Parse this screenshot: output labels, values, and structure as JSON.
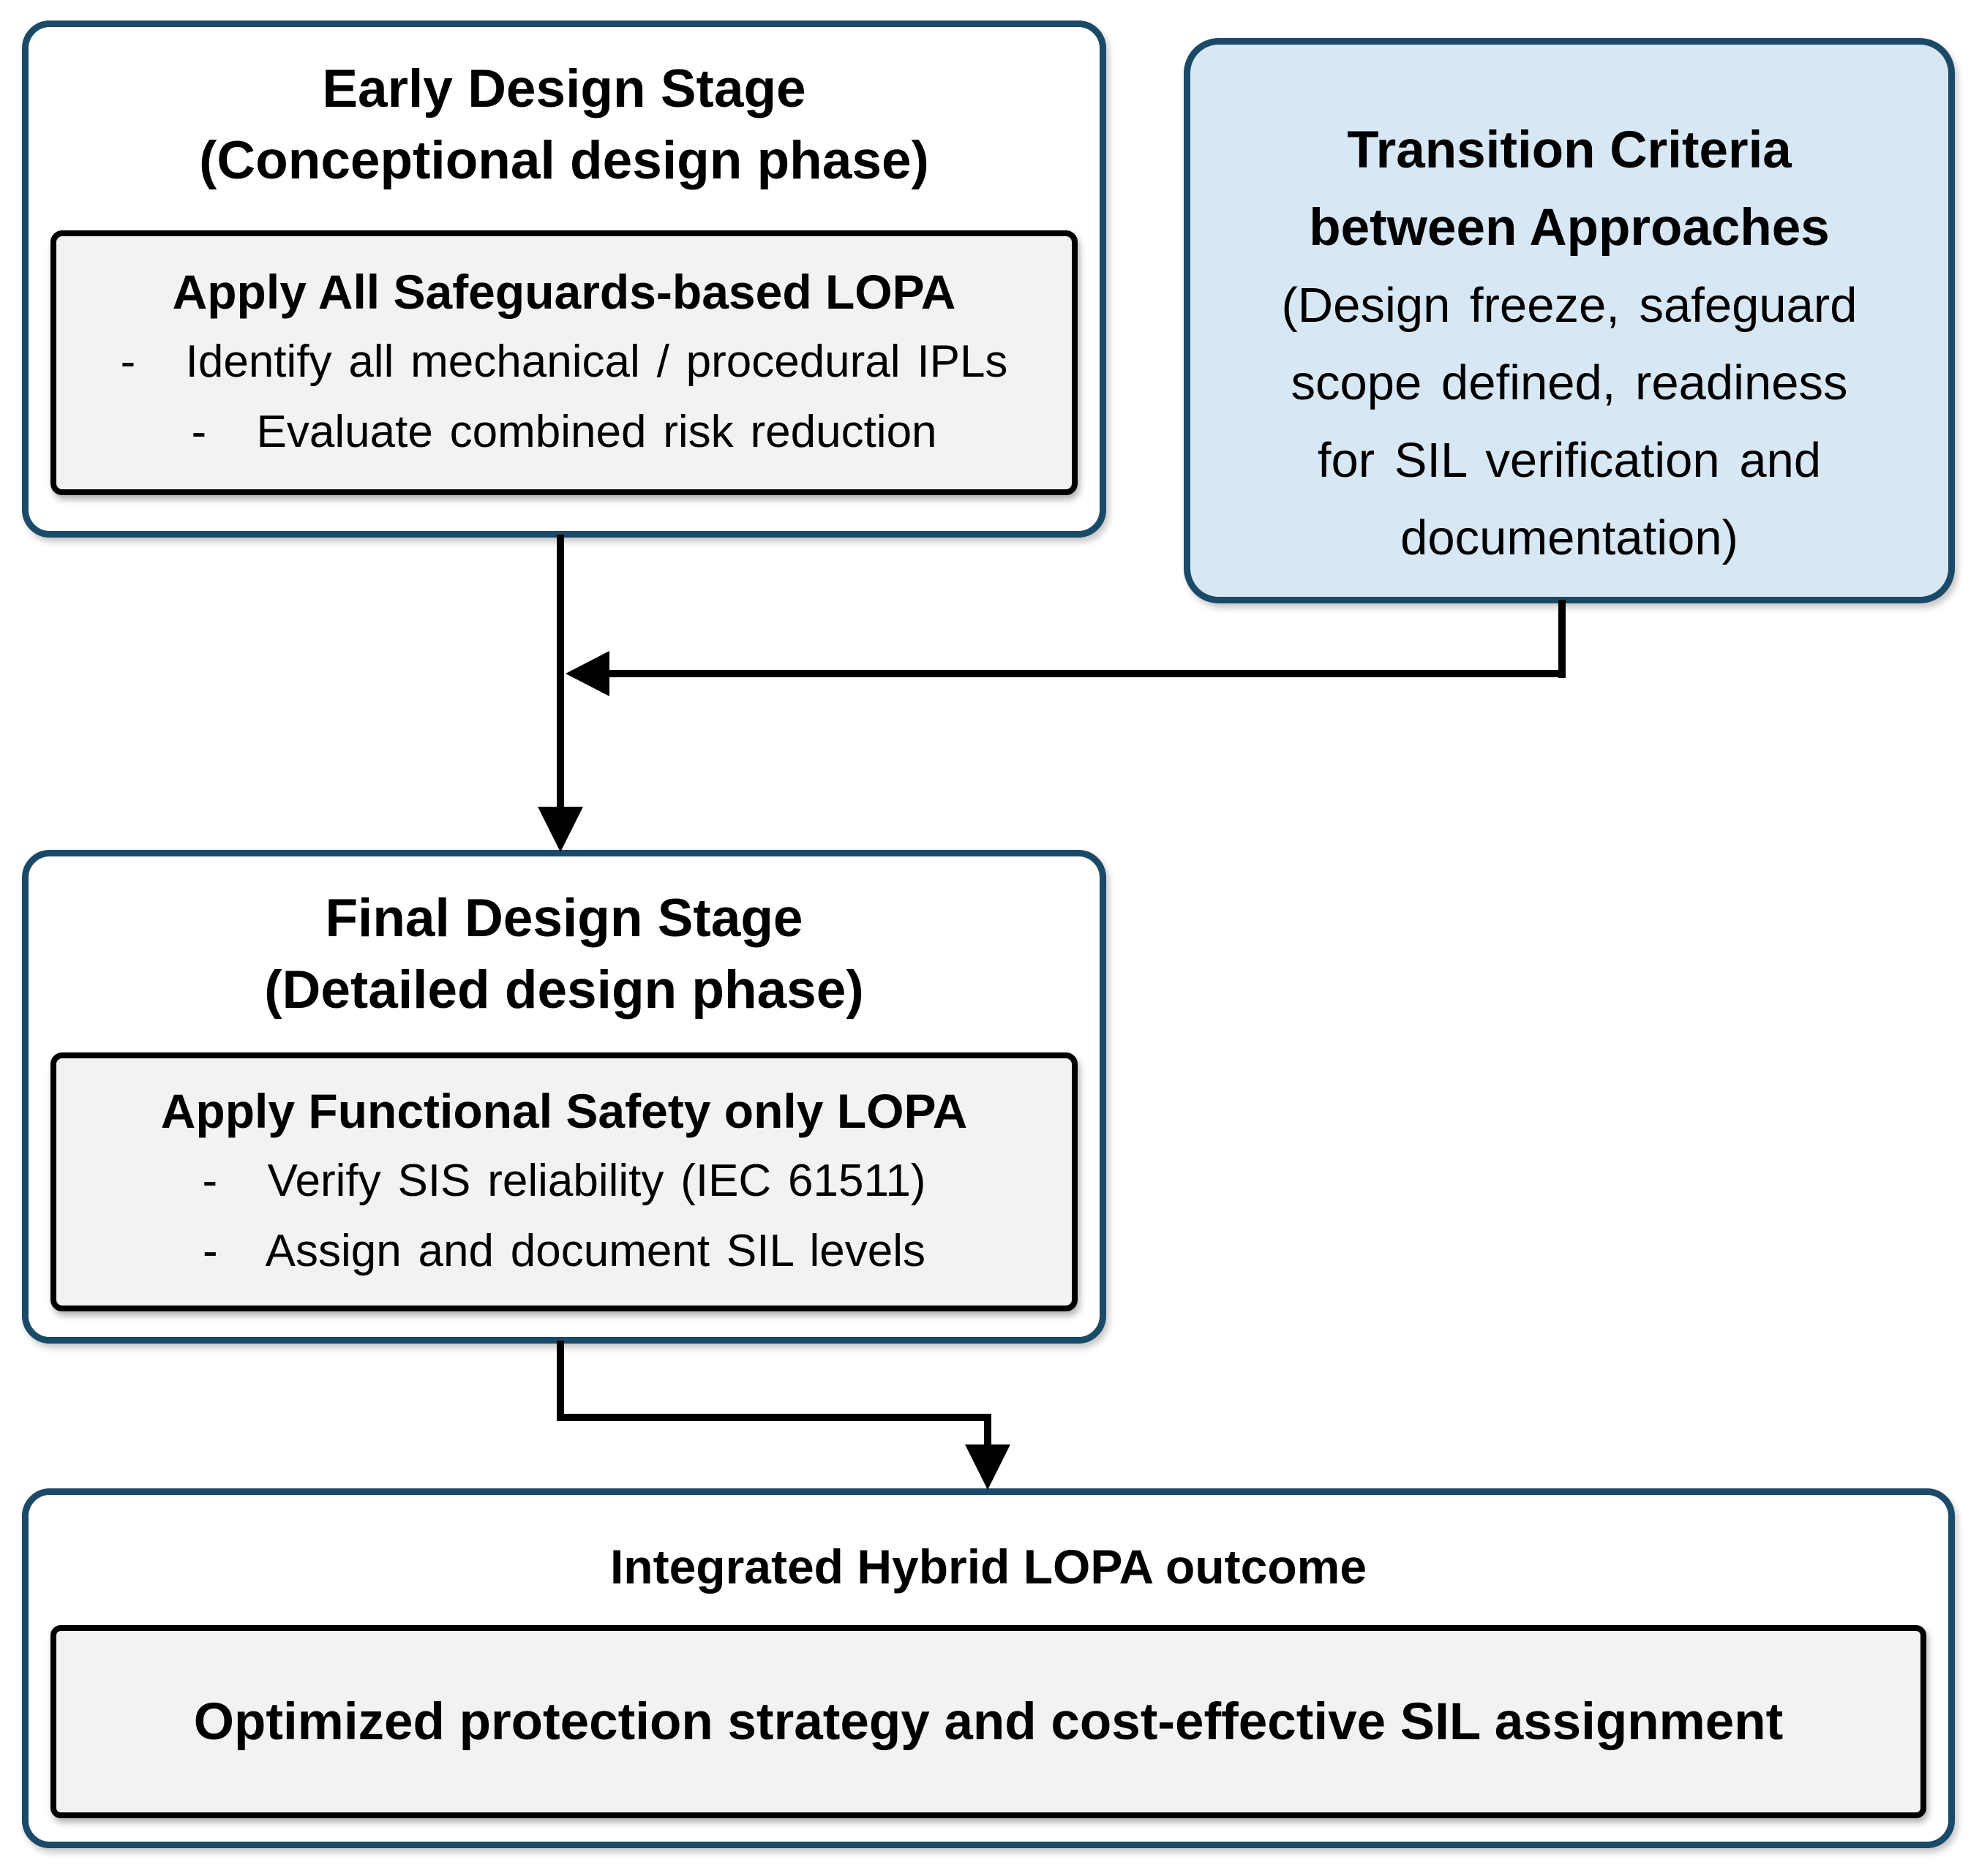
{
  "diagram": {
    "early_stage_box": {
      "title_line1": "Early Design Stage",
      "title_line2": "(Conceptional design phase)",
      "method_box": {
        "heading": "Apply All Safeguards-based LOPA",
        "items": [
          "-   Identify all mechanical / procedural IPLs",
          "-   Evaluate combined risk reduction"
        ]
      }
    },
    "transition_box": {
      "title_line1": "Transition Criteria",
      "title_line2": "between Approaches",
      "body_lines": [
        "(Design freeze,  safeguard",
        "scope defined,  readiness",
        "for SIL verification and",
        "documentation)"
      ]
    },
    "final_stage_box": {
      "title_line1": "Final Design Stage",
      "title_line2": "(Detailed design phase)",
      "method_box": {
        "heading": "Apply Functional Safety only LOPA",
        "items": [
          "-   Verify SIS reliability (IEC 61511)",
          "-   Assign and document SIL levels"
        ]
      }
    },
    "outcome_box": {
      "title": "Integrated Hybrid LOPA outcome",
      "result": "Optimized protection strategy and cost-effective SIL assignment"
    },
    "colors": {
      "box_border_navy": "#1a4a68",
      "transition_fill_light_blue": "#d8e7f4",
      "inner_box_fill_gray": "#f2f2f2",
      "inner_box_border": "#000000",
      "arrow_color": "#000000",
      "text_color": "#000000",
      "background": "#ffffff"
    }
  }
}
